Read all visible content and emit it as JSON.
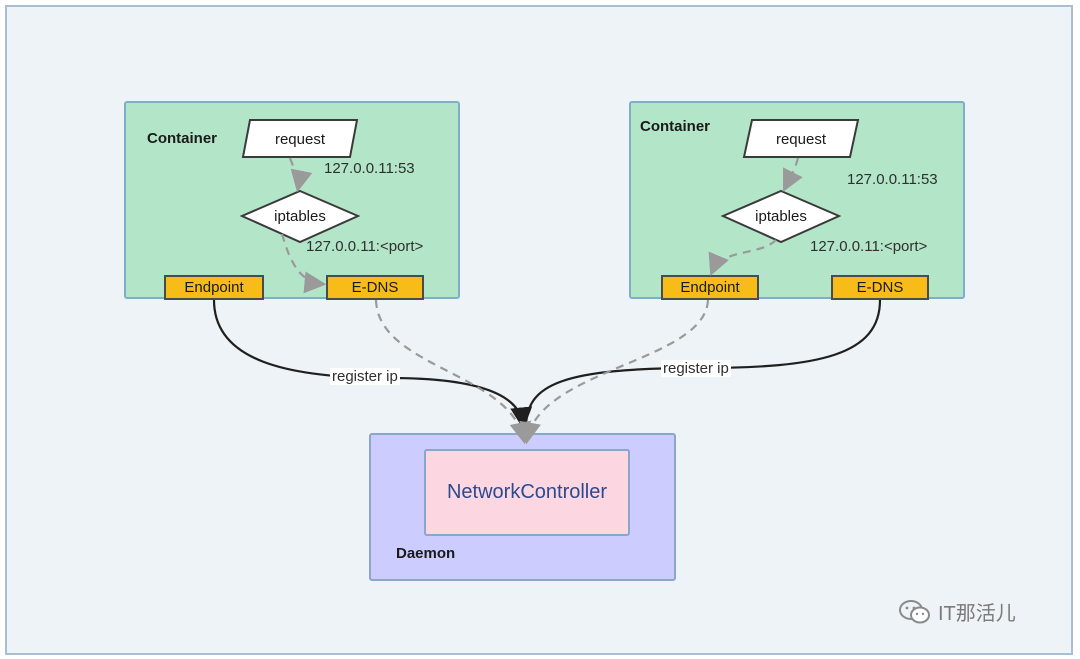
{
  "containers": [
    {
      "title": "Container",
      "request_label": "request",
      "iptables_label": "iptables",
      "dns_addr": "127.0.0.11:53",
      "port_addr": "127.0.0.11:<port>",
      "endpoint_label": "Endpoint",
      "edns_label": "E-DNS"
    },
    {
      "title": "Container",
      "request_label": "request",
      "iptables_label": "iptables",
      "dns_addr": "127.0.0.11:53",
      "port_addr": "127.0.0.11:<port>",
      "endpoint_label": "Endpoint",
      "edns_label": "E-DNS"
    }
  ],
  "daemon": {
    "title": "Daemon",
    "controller_label": "NetworkController"
  },
  "edges": {
    "left_register": "register ip",
    "right_register": "register ip"
  },
  "watermark": {
    "text": "IT那活儿",
    "icon": "wechat-icon"
  },
  "colors": {
    "container_fill": "#b3e6c8",
    "daemon_fill": "#ccccfe",
    "controller_fill": "#fcd7e1",
    "tag_fill": "#f7bc17",
    "solid_edge": "#1f1f1f",
    "dashed_edge": "#9a9a9a"
  }
}
